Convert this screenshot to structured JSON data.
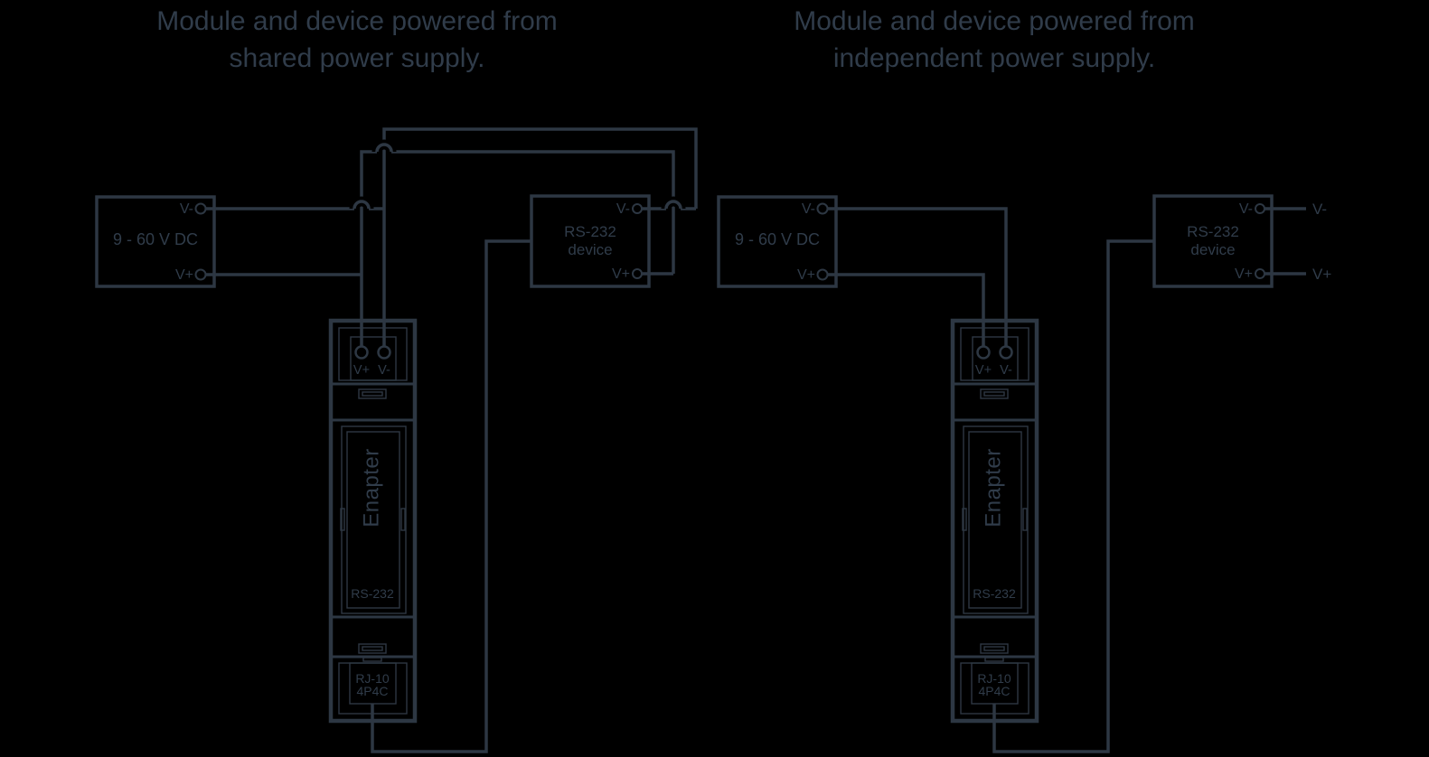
{
  "colors": {
    "background": "#000000",
    "line": "#2d3743",
    "text": "#303c4a"
  },
  "left_diagram": {
    "title_line1": "Module and device powered from",
    "title_line2": "shared power supply.",
    "power_supply": {
      "label": "9 - 60 V DC",
      "terminal_minus": "V-",
      "terminal_plus": "V+"
    },
    "rs232_device": {
      "name_line1": "RS-232",
      "name_line2": "device",
      "terminal_minus": "V-",
      "terminal_plus": "V+"
    },
    "module": {
      "brand": "Enapter",
      "model": "RS-232",
      "terminal_plus": "V+",
      "terminal_minus": "V-",
      "connector_line1": "RJ-10",
      "connector_line2": "4P4C"
    }
  },
  "right_diagram": {
    "title_line1": "Module and device powered from",
    "title_line2": "independent power supply.",
    "power_supply": {
      "label": "9 - 60 V DC",
      "terminal_minus": "V-",
      "terminal_plus": "V+"
    },
    "rs232_device": {
      "name_line1": "RS-232",
      "name_line2": "device",
      "terminal_minus": "V-",
      "terminal_plus": "V+",
      "lead_minus_label": "V-",
      "lead_plus_label": "V+"
    },
    "module": {
      "brand": "Enapter",
      "model": "RS-232",
      "terminal_plus": "V+",
      "terminal_minus": "V-",
      "connector_line1": "RJ-10",
      "connector_line2": "4P4C"
    }
  }
}
